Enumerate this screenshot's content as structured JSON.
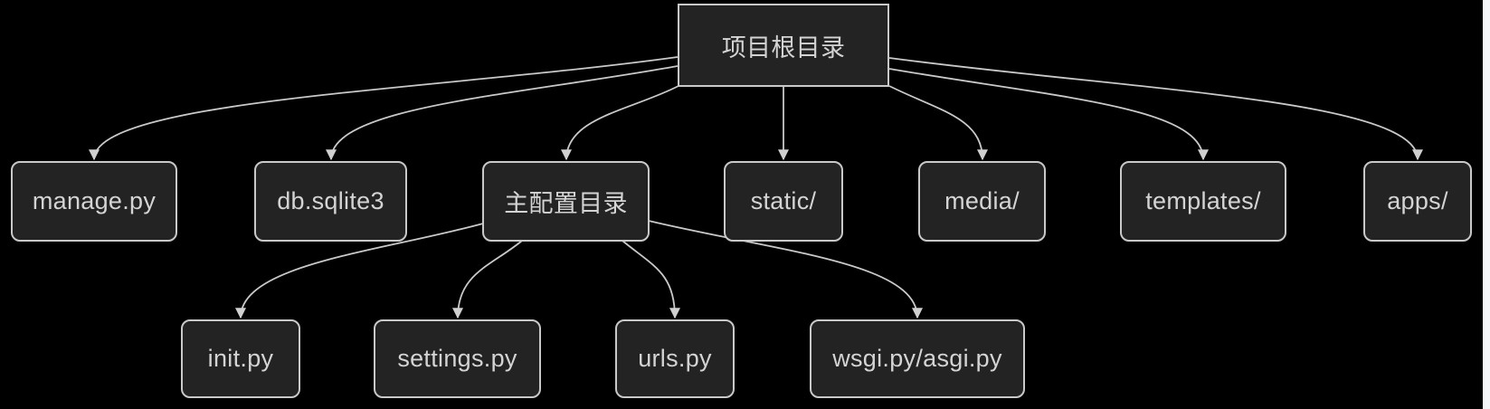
{
  "diagram": {
    "nodes": {
      "root": {
        "label": "项目根目录"
      },
      "manage": {
        "label": "manage.py"
      },
      "db": {
        "label": "db.sqlite3"
      },
      "config": {
        "label": "主配置目录"
      },
      "static": {
        "label": "static/"
      },
      "media": {
        "label": "media/"
      },
      "templates": {
        "label": "templates/"
      },
      "apps": {
        "label": "apps/"
      },
      "init": {
        "label": "init.py"
      },
      "settings": {
        "label": "settings.py"
      },
      "urls": {
        "label": "urls.py"
      },
      "wsgi": {
        "label": "wsgi.py/asgi.py"
      }
    },
    "edges": [
      {
        "from": "项目根目录",
        "to": "manage.py"
      },
      {
        "from": "项目根目录",
        "to": "db.sqlite3"
      },
      {
        "from": "项目根目录",
        "to": "主配置目录"
      },
      {
        "from": "项目根目录",
        "to": "static/"
      },
      {
        "from": "项目根目录",
        "to": "media/"
      },
      {
        "from": "项目根目录",
        "to": "templates/"
      },
      {
        "from": "项目根目录",
        "to": "apps/"
      },
      {
        "from": "主配置目录",
        "to": "init.py"
      },
      {
        "from": "主配置目录",
        "to": "settings.py"
      },
      {
        "from": "主配置目录",
        "to": "urls.py"
      },
      {
        "from": "主配置目录",
        "to": "wsgi.py/asgi.py"
      }
    ],
    "colors": {
      "background": "#000000",
      "node_fill": "#232323",
      "node_border": "#c9c9c9",
      "node_text": "#d4d4d4",
      "edge": "#c9c9c9"
    }
  }
}
